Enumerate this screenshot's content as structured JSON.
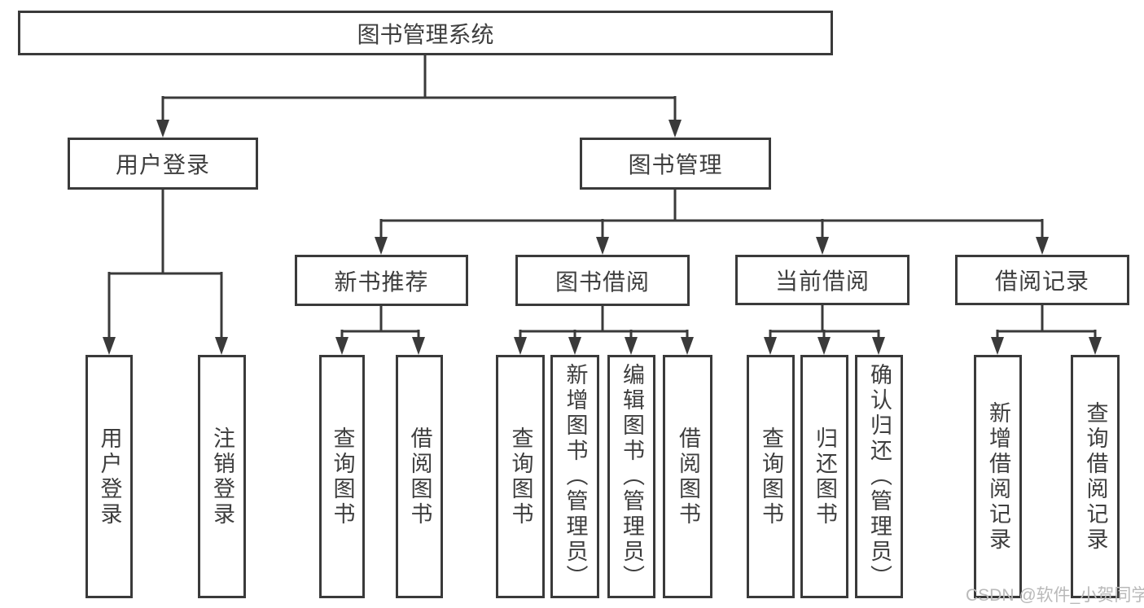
{
  "diagram": {
    "title_node": "图书管理系统",
    "level2": [
      {
        "label": "用户登录"
      },
      {
        "label": "图书管理"
      }
    ],
    "level3": [
      {
        "label": "新书推荐"
      },
      {
        "label": "图书借阅"
      },
      {
        "label": "当前借阅"
      },
      {
        "label": "借阅记录"
      }
    ],
    "leaves": {
      "user": [
        "用户登录",
        "注销登录"
      ],
      "newbook": [
        "查询图书",
        "借阅图书"
      ],
      "borrow": [
        "查询图书",
        "新增图书（管理员）",
        "编辑图书（管理员）",
        "借阅图书"
      ],
      "current": [
        "查询图书",
        "归还图书",
        "确认归还（管理员）"
      ],
      "records": [
        "新增借阅记录",
        "查询借阅记录"
      ]
    }
  },
  "watermark": "CSDN @软件_小贺同学",
  "colors": {
    "line": "#3a3a3a",
    "text": "#3e3e3e",
    "watermark": "#b9b9b9",
    "background": "#ffffff"
  }
}
